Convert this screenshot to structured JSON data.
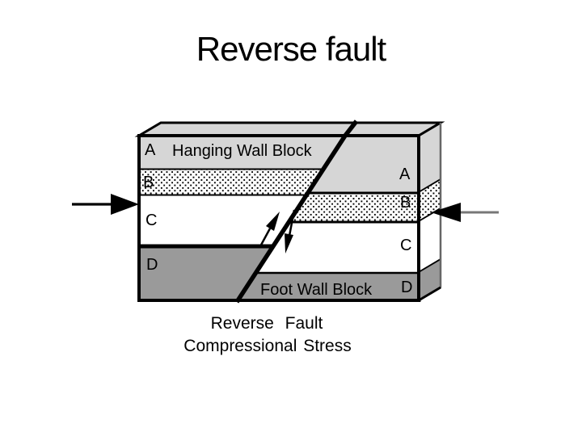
{
  "slide": {
    "title": "Reverse fault"
  },
  "diagram": {
    "hanging_wall_label": "Hanging Wall Block",
    "foot_wall_label": "Foot Wall Block",
    "layer_labels": [
      "A",
      "B",
      "C",
      "D"
    ],
    "caption_line1": "Reverse Fault",
    "caption_line2": "Compressional Stress",
    "colors": {
      "layer_a": "#d6d6d6",
      "layer_c": "#ffffff",
      "layer_d": "#9a9a9a",
      "outline": "#000000",
      "right_arrow_line": "#777777"
    }
  }
}
